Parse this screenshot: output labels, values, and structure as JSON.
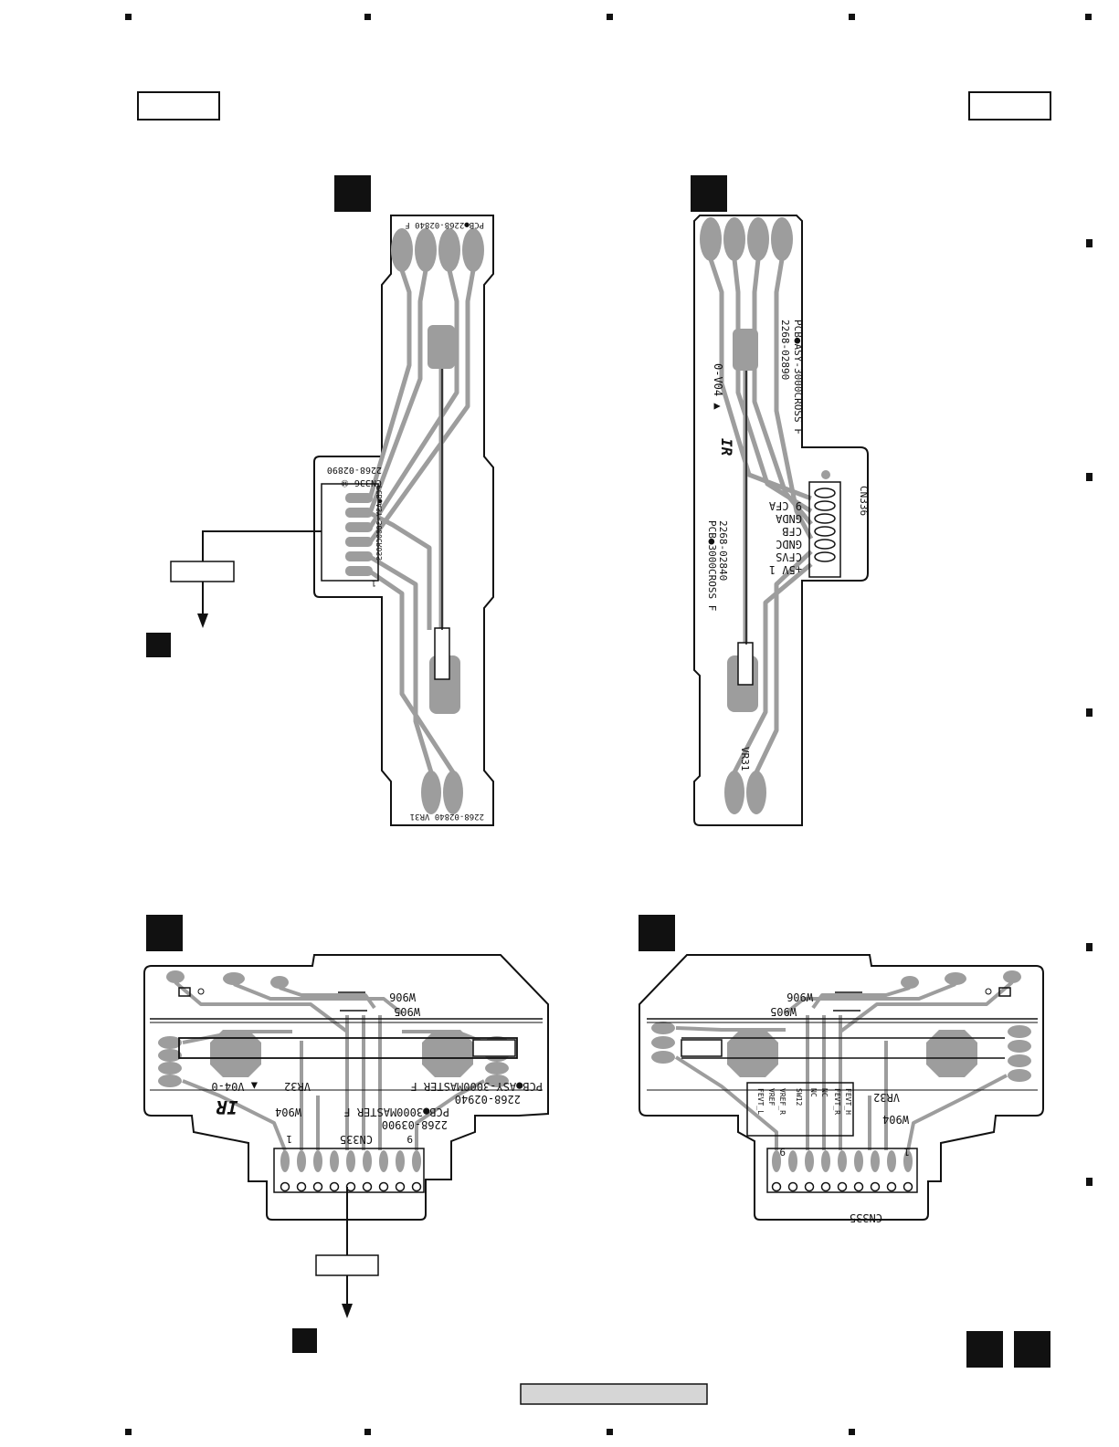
{
  "diagram": {
    "board_a_front": {
      "edge_top": "PCB●2268-02840 F",
      "edge_bottom": "2268-02840 VR31",
      "cn_label": "CN336 ⑩",
      "cn_code1": "2268-02890",
      "cn_code2": "PCB●ASY-3000CROSS",
      "pin_mark": "1"
    },
    "board_a_back": {
      "logo": "IR",
      "rev": "0-V04 ▲",
      "code1": "2268-02890",
      "code2": "PCB●ASY-3000CROSS F",
      "code3": "2268-02840",
      "code4": "PCB●3000CROSS F",
      "vr": "VR31",
      "cn": "CN336",
      "pins": [
        "9 CFA",
        "GNDA",
        "CFB",
        "GNDC",
        "CFVS",
        "+5V 1"
      ]
    },
    "board_b_front": {
      "w906": "W906",
      "w905": "W905",
      "pcb1": "PCB●ASY-3000MASTER F",
      "code1": "2268-02940",
      "pcb2": "PCB●3000MASTER F",
      "code2": "2268-03900",
      "vr": "VR32",
      "rev": "▲ V04-0",
      "w904": "W904",
      "cn": "CN335",
      "pin_left": "1",
      "pin_right": "9",
      "logo": "IR"
    },
    "board_b_back": {
      "w906": "W906",
      "w905": "W905",
      "vr": "VR32",
      "w904": "W904",
      "cn": "CN335",
      "pins": [
        "FEVT_L",
        "VREF",
        "VREF_R",
        "SW12",
        "NC",
        "NC",
        "FEVT_R",
        "FEVT_H"
      ],
      "pin_left": "9",
      "pin_right": "1"
    }
  }
}
